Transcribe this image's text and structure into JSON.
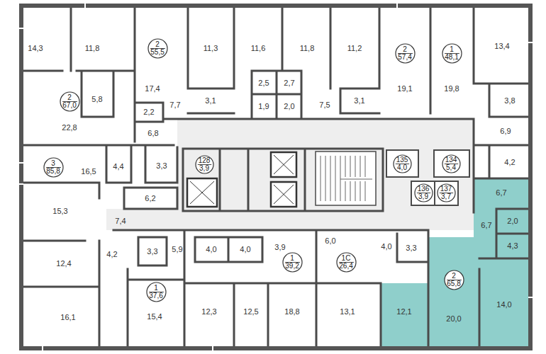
{
  "diagram": {
    "nodes": [
      {
        "text": [
          "2",
          "55,5"
        ]
      },
      {
        "text": [
          "2",
          "57,4"
        ]
      },
      {
        "text": [
          "1",
          "48,1"
        ]
      },
      {
        "text": [
          "2",
          "67,0"
        ]
      },
      {
        "text": [
          "3",
          "85,8"
        ]
      },
      {
        "text": [
          "128",
          "3,9"
        ]
      },
      {
        "text": [
          "135",
          "4,0"
        ]
      },
      {
        "text": [
          "134",
          "5,4"
        ]
      },
      {
        "text": [
          "136",
          "3,9"
        ]
      },
      {
        "text": [
          "137",
          "3,7"
        ]
      },
      {
        "text": [
          "1",
          "39,2"
        ]
      },
      {
        "text": [
          "1С",
          "26,4"
        ]
      },
      {
        "text": [
          "2",
          "65,8"
        ]
      },
      {
        "text": [
          "1",
          "37,6"
        ]
      }
    ],
    "labels": [
      "14,3",
      "11,8",
      "17,4",
      "11,3",
      "11,6",
      "11,8",
      "11,2",
      "19,1",
      "19,8",
      "13,4",
      "5,8",
      "2,2",
      "3,1",
      "2,5",
      "2,7",
      "7,7",
      "1,9",
      "2,0",
      "7,5",
      "3,1",
      "3,8",
      "22,8",
      "6,8",
      "6,9",
      "16,5",
      "4,4",
      "3,3",
      "4,2",
      "6,2",
      "15,3",
      "7,4",
      "6,7",
      "6,7",
      "2,0",
      "4,3",
      "4,2",
      "3,3",
      "5,9",
      "4,0",
      "4,0",
      "3,9",
      "6,0",
      "4,0",
      "3,3",
      "12,4",
      "16,1",
      "15,4",
      "12,3",
      "12,5",
      "18,8",
      "13,1",
      "12,1",
      "20,0",
      "14,0"
    ]
  }
}
